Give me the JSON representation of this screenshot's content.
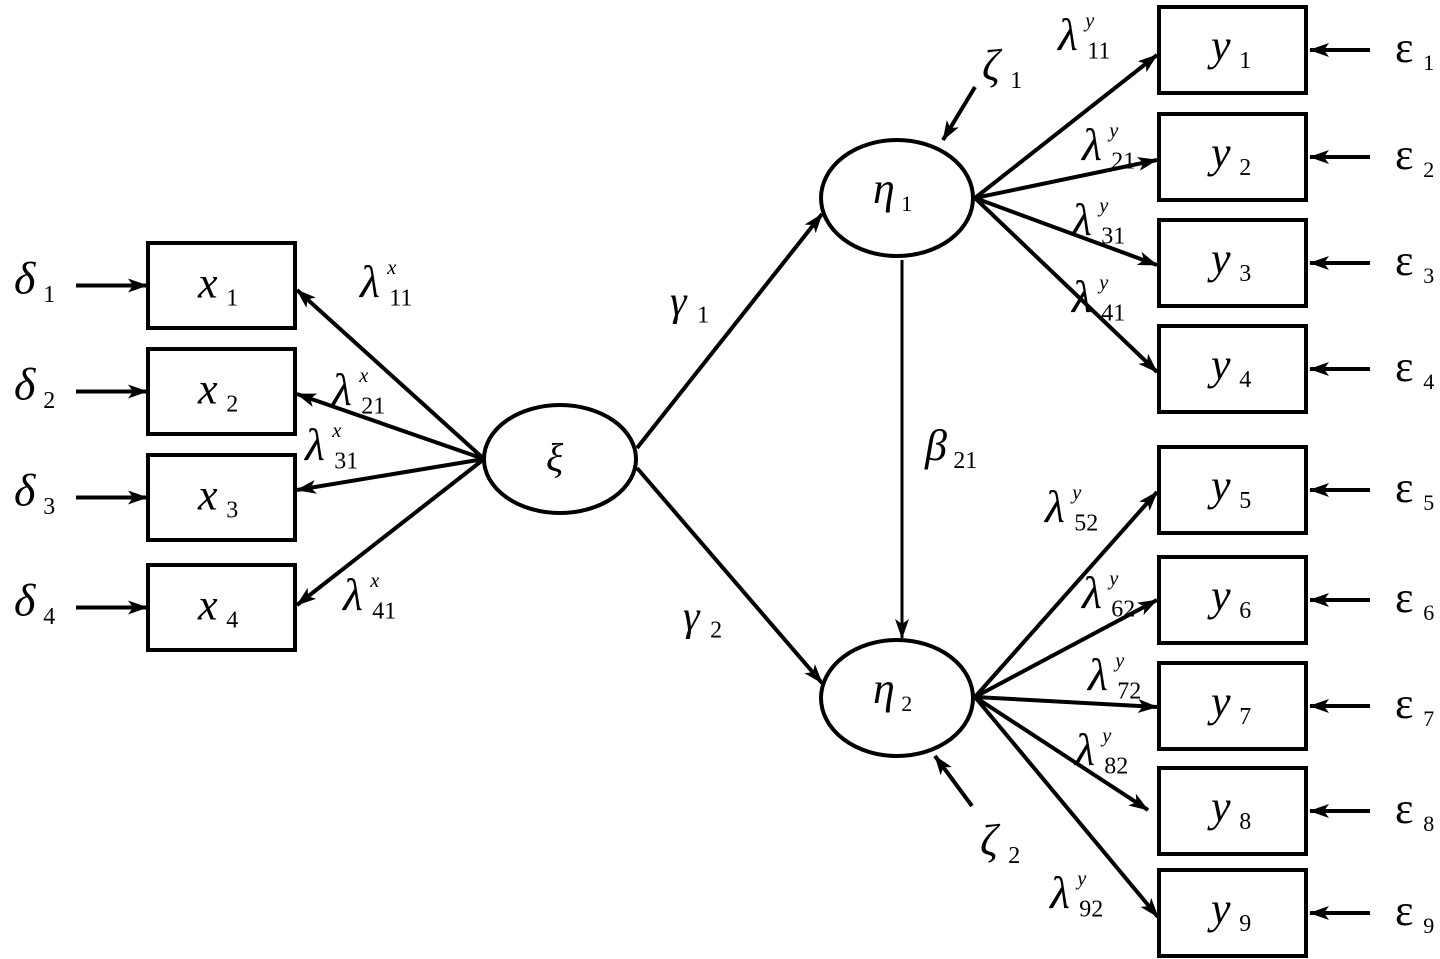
{
  "title": "Structural equation model path diagram",
  "exogenous_latent": {
    "id": "xi",
    "symbol": "ξ",
    "sub": ""
  },
  "endogenous_latents": [
    {
      "id": "eta1",
      "symbol": "η",
      "sub": "1",
      "disturbance": {
        "symbol": "ζ",
        "sub": "1"
      }
    },
    {
      "id": "eta2",
      "symbol": "η",
      "sub": "2",
      "disturbance": {
        "symbol": "ζ",
        "sub": "2"
      }
    }
  ],
  "x_indicators": [
    {
      "symbol": "x",
      "sub": "1",
      "error": {
        "symbol": "δ",
        "sub": "1"
      },
      "loading": {
        "symbol": "λ",
        "sup": "x",
        "sub": "11"
      }
    },
    {
      "symbol": "x",
      "sub": "2",
      "error": {
        "symbol": "δ",
        "sub": "2"
      },
      "loading": {
        "symbol": "λ",
        "sup": "x",
        "sub": "21"
      }
    },
    {
      "symbol": "x",
      "sub": "3",
      "error": {
        "symbol": "δ",
        "sub": "3"
      },
      "loading": {
        "symbol": "λ",
        "sup": "x",
        "sub": "31"
      }
    },
    {
      "symbol": "x",
      "sub": "4",
      "error": {
        "symbol": "δ",
        "sub": "4"
      },
      "loading": {
        "symbol": "λ",
        "sup": "x",
        "sub": "41"
      }
    }
  ],
  "y_indicators": [
    {
      "symbol": "y",
      "sub": "1",
      "factor": "eta1",
      "error": {
        "symbol": "ε",
        "sub": "1"
      },
      "loading": {
        "symbol": "λ",
        "sup": "y",
        "sub": "11"
      }
    },
    {
      "symbol": "y",
      "sub": "2",
      "factor": "eta1",
      "error": {
        "symbol": "ε",
        "sub": "2"
      },
      "loading": {
        "symbol": "λ",
        "sup": "y",
        "sub": "21"
      }
    },
    {
      "symbol": "y",
      "sub": "3",
      "factor": "eta1",
      "error": {
        "symbol": "ε",
        "sub": "3"
      },
      "loading": {
        "symbol": "λ",
        "sup": "y",
        "sub": "31"
      }
    },
    {
      "symbol": "y",
      "sub": "4",
      "factor": "eta1",
      "error": {
        "symbol": "ε",
        "sub": "4"
      },
      "loading": {
        "symbol": "λ",
        "sup": "y",
        "sub": "41"
      }
    },
    {
      "symbol": "y",
      "sub": "5",
      "factor": "eta2",
      "error": {
        "symbol": "ε",
        "sub": "5"
      },
      "loading": {
        "symbol": "λ",
        "sup": "y",
        "sub": "52"
      }
    },
    {
      "symbol": "y",
      "sub": "6",
      "factor": "eta2",
      "error": {
        "symbol": "ε",
        "sub": "6"
      },
      "loading": {
        "symbol": "λ",
        "sup": "y",
        "sub": "62"
      }
    },
    {
      "symbol": "y",
      "sub": "7",
      "factor": "eta2",
      "error": {
        "symbol": "ε",
        "sub": "7"
      },
      "loading": {
        "symbol": "λ",
        "sup": "y",
        "sub": "72"
      }
    },
    {
      "symbol": "y",
      "sub": "8",
      "factor": "eta2",
      "error": {
        "symbol": "ε",
        "sub": "8"
      },
      "loading": {
        "symbol": "λ",
        "sup": "y",
        "sub": "82"
      }
    },
    {
      "symbol": "y",
      "sub": "9",
      "factor": "eta2",
      "error": {
        "symbol": "ε",
        "sub": "9"
      },
      "loading": {
        "symbol": "λ",
        "sup": "y",
        "sub": "92"
      }
    }
  ],
  "structural_paths": [
    {
      "from": "xi",
      "to": "eta1",
      "symbol": "γ",
      "sub": "1"
    },
    {
      "from": "xi",
      "to": "eta2",
      "symbol": "γ",
      "sub": "2"
    },
    {
      "from": "eta1",
      "to": "eta2",
      "symbol": "β",
      "sub": "21"
    }
  ]
}
